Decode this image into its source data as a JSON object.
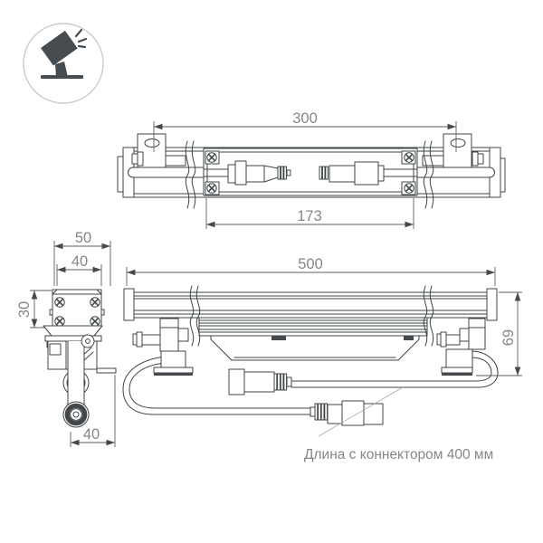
{
  "icon": {
    "name": "floodlight-icon"
  },
  "colors": {
    "background": "#ffffff",
    "drawing_line": "#3f4447",
    "dimension_text": "#84878a",
    "icon_circle": "#c9cbcd",
    "icon_glyph": "#474c51"
  },
  "views": {
    "top": {
      "name": "top-view",
      "dim_bracket_span": "300",
      "dim_opening": "173"
    },
    "side": {
      "name": "side-view",
      "dim_overall_width": "50",
      "dim_inner_width": "40",
      "dim_bracket_height": "30",
      "dim_connector_offset": "40"
    },
    "front": {
      "name": "front-view",
      "dim_length": "500",
      "dim_height": "69"
    }
  },
  "note": {
    "cable_length": "Длина с коннектором 400 мм"
  }
}
